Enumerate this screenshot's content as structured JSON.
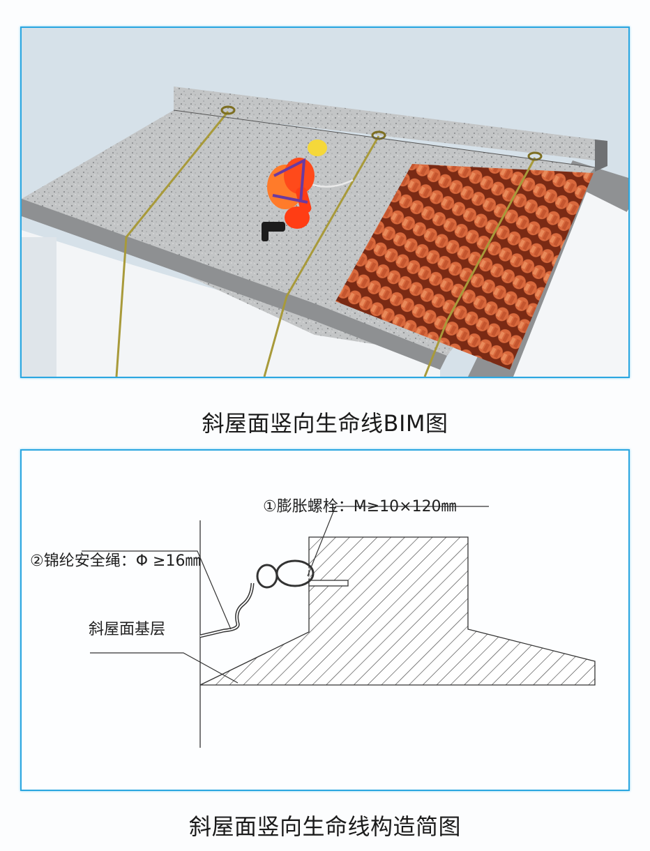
{
  "figure_top": {
    "caption": "斜屋面竖向生命线BIM图",
    "scene": {
      "sky_color": "#d6e1e9",
      "parapet_color": "#c9cbcc",
      "roof_color": "#c4c6c7",
      "tile_color": "#d96a3f",
      "rope_color": "#a89a3a",
      "worker_suit_color": "#ff5a1f",
      "helmet_color": "#f5d83a",
      "anchor_count": 3,
      "lifeline_count": 3
    }
  },
  "figure_bottom": {
    "caption": "斜屋面竖向生命线构造简图",
    "labels": {
      "bolt": "①膨胀螺栓：M≥10×120㎜",
      "rope": "②锦纶安全绳：Φ  ≥16㎜",
      "base": "斜屋面基层"
    }
  },
  "theme": {
    "frame_color": "#2aa6e0",
    "background": "#fcfdfe"
  }
}
